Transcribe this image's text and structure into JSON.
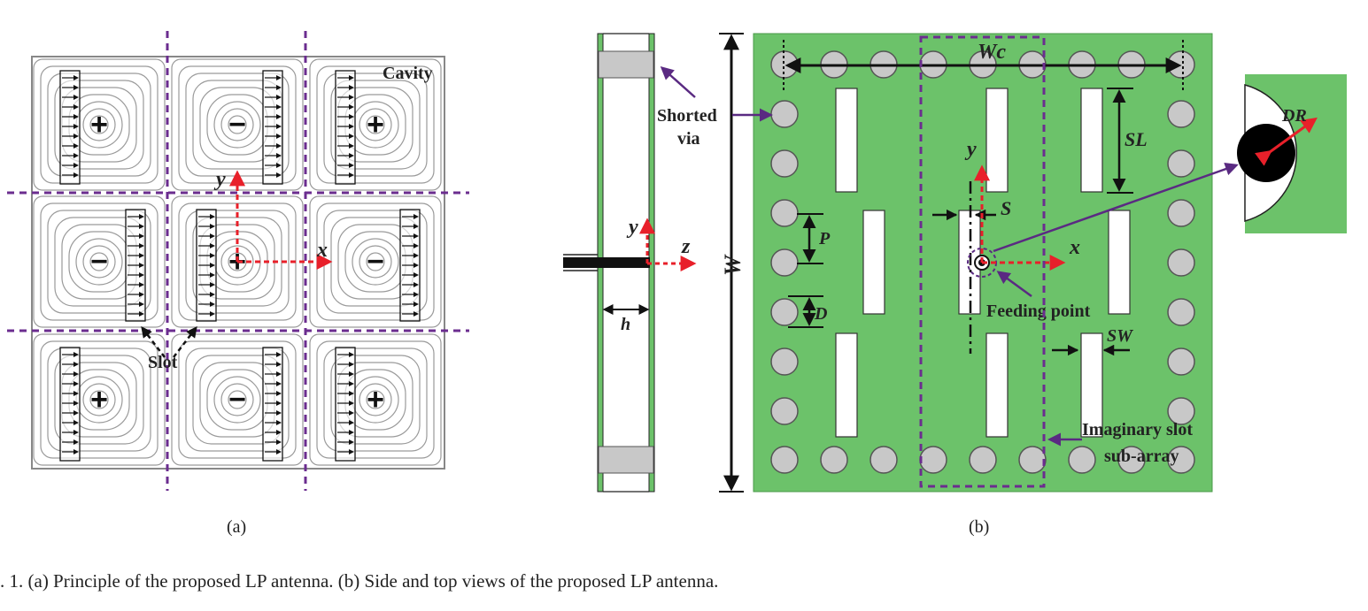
{
  "panel_a": {
    "cavity_label": "Cavity",
    "slot_label": "Slot",
    "axis_x": "x",
    "axis_y": "y",
    "sign_grid": [
      [
        "+",
        "−",
        "+"
      ],
      [
        "−",
        "+",
        "−"
      ],
      [
        "+",
        "−",
        "+"
      ]
    ],
    "sublabel": "(a)"
  },
  "panel_b_side": {
    "axis_y": "y",
    "axis_z": "z",
    "dim_h": "h"
  },
  "panel_b_top": {
    "shorted_via_line1": "Shorted",
    "shorted_via_line2": "via",
    "dim_W": "W",
    "dim_Wc": "Wc",
    "dim_SL": "SL",
    "dim_S": "S",
    "dim_P": "P",
    "dim_D": "D",
    "dim_SW": "SW",
    "dim_DR": "DR",
    "axis_x": "x",
    "axis_y": "y",
    "feeding_point": "Feeding point",
    "imaginary_line1": "Imaginary slot",
    "imaginary_line2": "sub-array",
    "sublabel": "(b)"
  },
  "colors": {
    "board_green": "#6cc26a",
    "dashed_purple": "#6b2d8f",
    "axis_red": "#e8202a",
    "via_gray": "#c8c8c8"
  },
  "caption": ". 1.  (a) Principle of the proposed LP antenna. (b) Side and top views of the proposed LP antenna."
}
